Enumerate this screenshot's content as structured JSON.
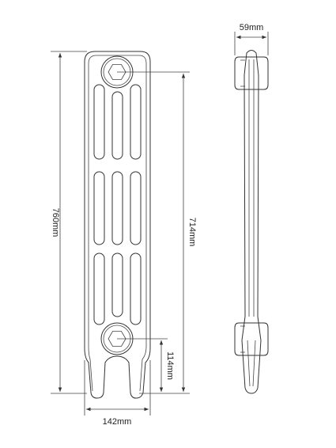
{
  "dimensions": {
    "overall_height": "760mm",
    "centres_height": "714mm",
    "bottom_height": "114mm",
    "width": "142mm",
    "depth": "59mm"
  },
  "colors": {
    "line": "#333333",
    "text": "#222222"
  }
}
